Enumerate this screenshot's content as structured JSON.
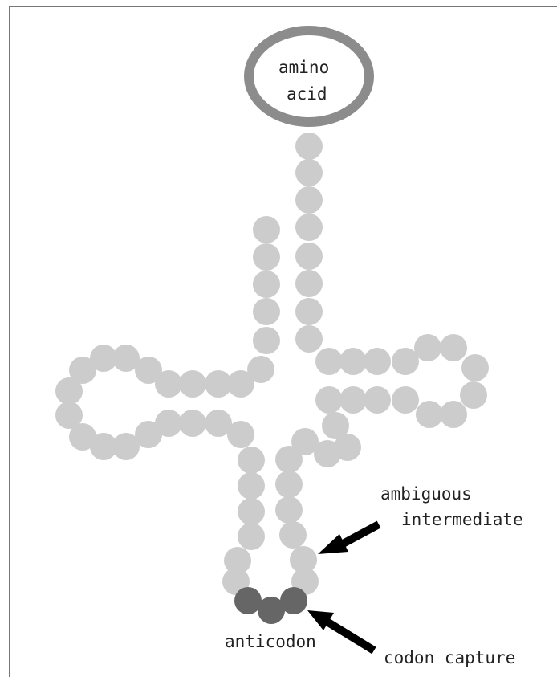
{
  "amino_acid": {
    "line1": "amino",
    "line2": "acid"
  },
  "labels": {
    "ambiguous_line1": "ambiguous",
    "ambiguous_line2": "intermediate",
    "anticodon": "anticodon",
    "codon_capture": "codon capture"
  },
  "colors": {
    "nucleotide": "#cccccc",
    "anticodon": "#666666",
    "amino_ring": "#8c8c8c",
    "arrow": "#000000",
    "border": "#777777"
  }
}
